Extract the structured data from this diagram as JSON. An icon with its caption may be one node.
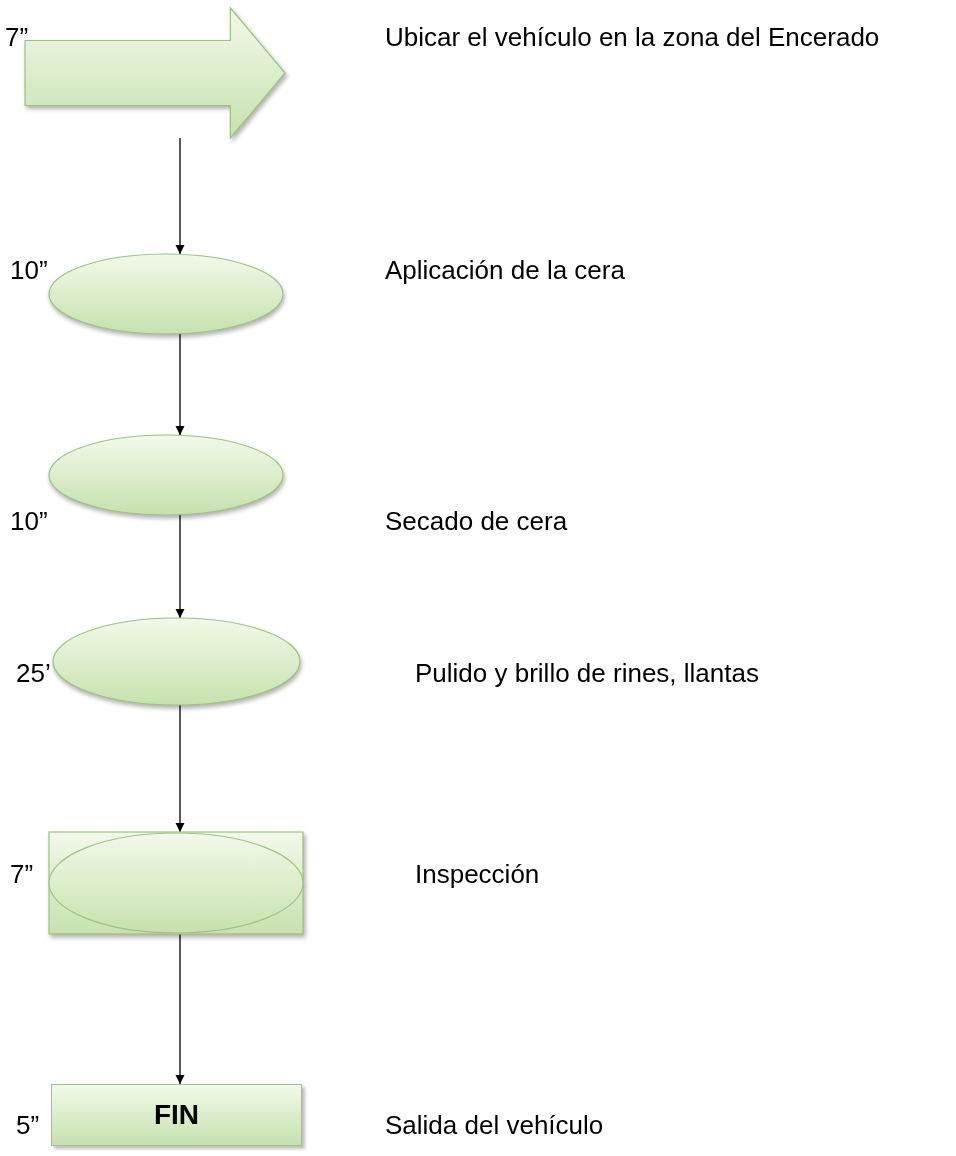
{
  "diagram": {
    "nodes": [
      {
        "text": [],
        "shape": "arrow",
        "beside": [
          "7”"
        ]
      },
      {
        "text": [],
        "shape": "ellipse",
        "beside": [
          "10”"
        ]
      },
      {
        "text": [],
        "shape": "ellipse",
        "beside": [
          "10”"
        ]
      },
      {
        "text": [],
        "shape": "ellipse",
        "beside": [
          "25’"
        ]
      },
      {
        "text": [],
        "shape": "box",
        "beside": [
          "7”"
        ]
      },
      {
        "text": [
          "FIN"
        ],
        "beside": [
          "5”"
        ]
      }
    ],
    "edges": [
      {
        "from": 0,
        "to": 1,
        "arrow": "to"
      },
      {
        "from": 1,
        "to": 2,
        "arrow": "to"
      },
      {
        "from": 2,
        "to": 3,
        "arrow": "to"
      },
      {
        "from": 3,
        "to": 4,
        "arrow": "to"
      },
      {
        "from": 4,
        "to": 5,
        "arrow": "to"
      }
    ],
    "labels": [
      "Ubicar el vehículo en la zona del Encerado",
      "Aplicación de la cera",
      "Secado de cera",
      "Pulido y brillo de rines, llantas",
      "Inspección",
      "Salida del vehículo"
    ]
  }
}
